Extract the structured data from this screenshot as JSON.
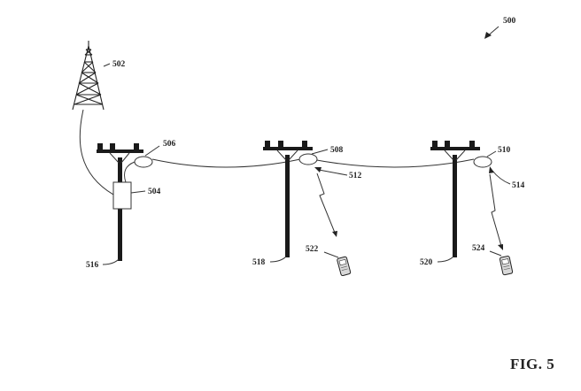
{
  "figure": {
    "caption": "FIG. 5"
  },
  "labels": {
    "system": "500",
    "tower": "502",
    "box": "504",
    "node_1": "506",
    "node_2": "508",
    "node_3": "510",
    "link_1": "512",
    "link_2": "514",
    "pole_1": "516",
    "pole_2": "518",
    "pole_3": "520",
    "device_1": "522",
    "device_2": "524"
  }
}
